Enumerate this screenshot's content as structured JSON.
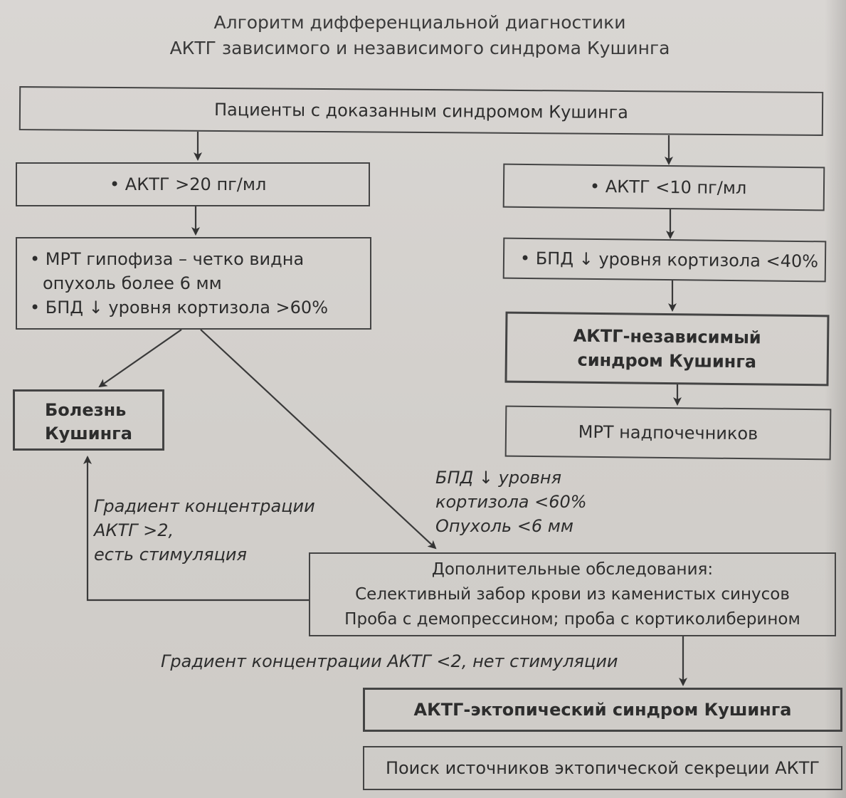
{
  "title": {
    "line1": "Алгоритм дифференциальной диагностики",
    "line2": "АКТГ зависимого и независимого синдрома Кушинга"
  },
  "boxes": {
    "patients": "Пациенты с доказанным синдромом Кушинга",
    "acth_high": "• АКТГ >20 пг/мл",
    "acth_low": "• АКТГ <10 пг/мл",
    "mri_pituitary": {
      "line1": "• МРТ гипофиза – четко видна",
      "line2": "опухоль более 6 мм",
      "line3": "• БПД ↓ уровня кортизола >60%"
    },
    "dst_low": "• БПД ↓ уровня кортизола <40%",
    "acth_independent": {
      "line1": "АКТГ-независимый",
      "line2": "синдром Кушинга"
    },
    "cushing_disease": {
      "line1": "Болезнь",
      "line2": "Кушинга"
    },
    "mri_adrenal": "МРТ надпочечников",
    "additional_tests": {
      "line1": "Дополнительные обследования:",
      "line2": "Селективный забор крови из каменистых синусов",
      "line3": "Проба с демопрессином; проба с кортиколиберином"
    },
    "ectopic": "АКТГ-эктопический синдром Кушинга",
    "search_source": "Поиск источников эктопической секреции АКТГ"
  },
  "labels": {
    "gradient_high": {
      "line1": "Градиент концентрации",
      "line2": "АКТГ >2,",
      "line3": "есть стимуляция"
    },
    "dst_mid": {
      "line1": "БПД ↓ уровня",
      "line2": "кортизола <60%",
      "line3": "Опухоль <6 мм"
    },
    "gradient_low": "Градиент концентрации АКТГ <2, нет стимуляции"
  }
}
